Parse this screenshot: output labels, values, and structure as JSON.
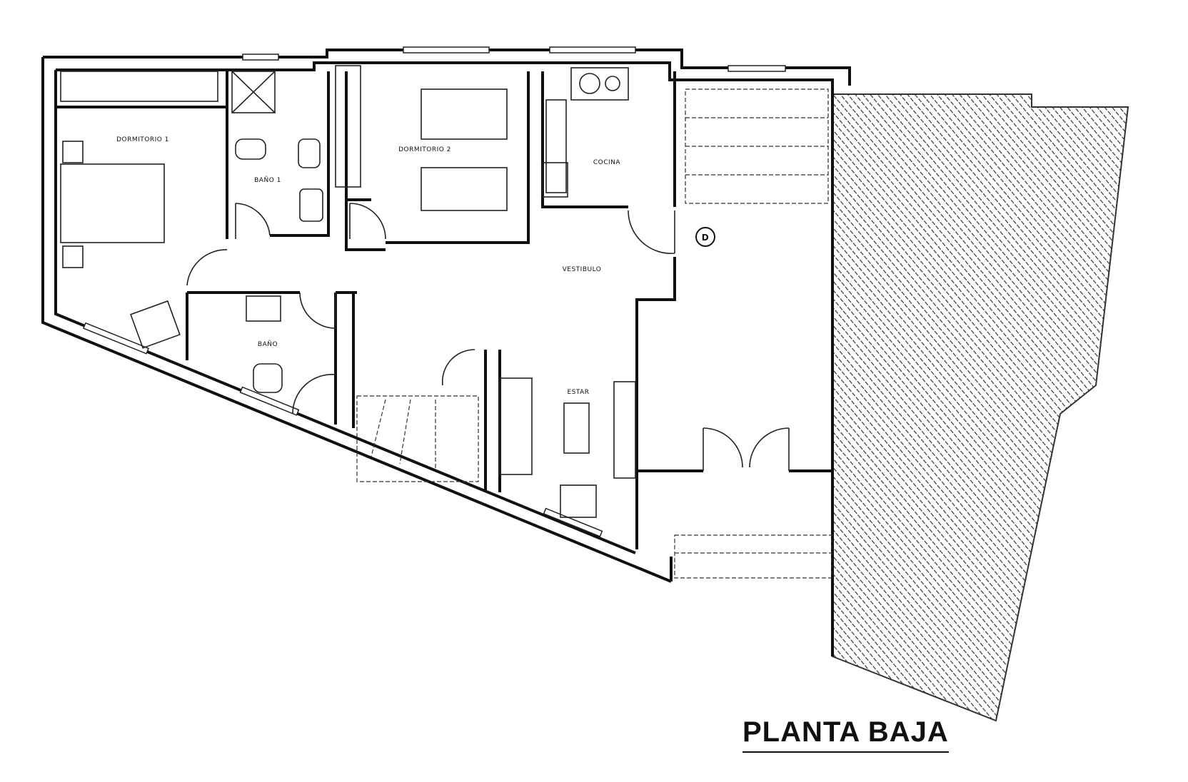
{
  "plan": {
    "title": "PLANTA BAJA",
    "rooms": {
      "dormitorio_1": "DORMITORIO 1",
      "bano_1": "BAÑO 1",
      "dormitorio_2": "DORMITORIO 2",
      "cocina": "COCINA",
      "vestibulo": "VESTIBULO",
      "bano": "BAÑO",
      "estar": "ESTAR"
    },
    "marker": "D"
  }
}
